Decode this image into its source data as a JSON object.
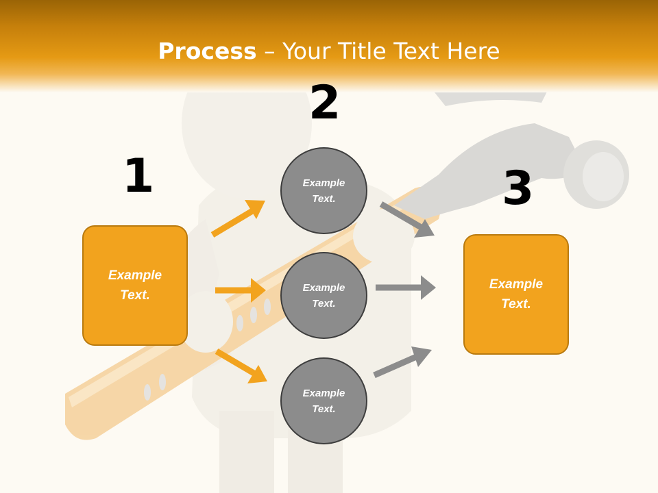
{
  "title": {
    "bold": "Process",
    "rest": " – Your Title Text Here"
  },
  "step_numbers": [
    "1",
    "2",
    "3"
  ],
  "left_box": {
    "text": "Example Text."
  },
  "circles": [
    {
      "text": "Example Text."
    },
    {
      "text": "Example Text."
    },
    {
      "text": "Example Text."
    }
  ],
  "right_box": {
    "text": "Example Text."
  },
  "colors": {
    "header": "#e59a14",
    "box_fill": "#f2a31e",
    "circle_fill": "#8c8c8c",
    "orange_arrow": "#f2a31e",
    "gray_arrow": "#8c8c8c",
    "background": "#fdfaf3"
  },
  "background_art": {
    "icon": "figure-holding-hammer"
  }
}
